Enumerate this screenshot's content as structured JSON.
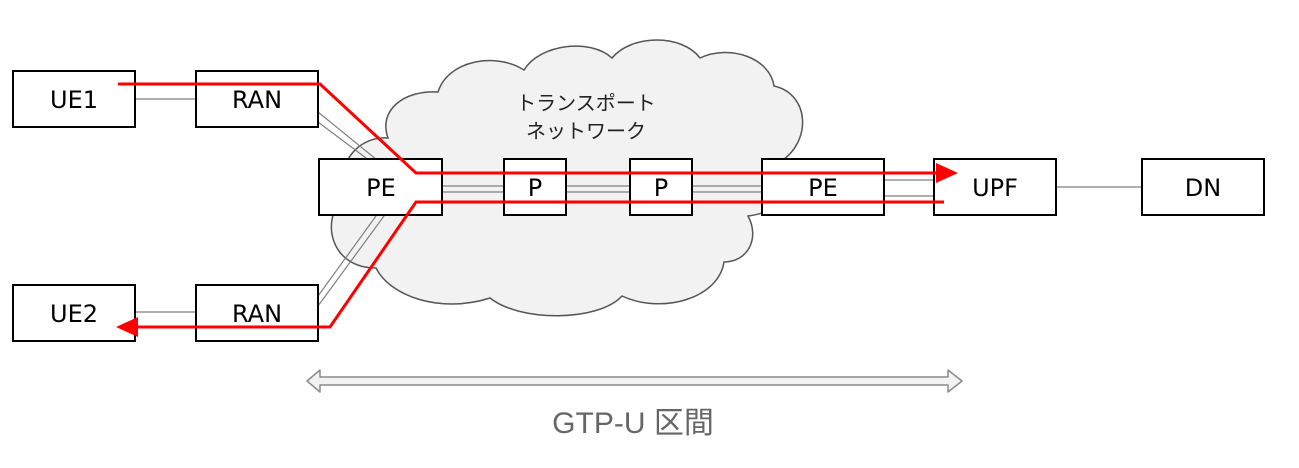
{
  "nodes": {
    "ue1": "UE1",
    "ue2": "UE2",
    "ran1": "RAN",
    "ran2": "RAN",
    "pe1": "PE",
    "p1": "P",
    "p2": "P",
    "pe2": "PE",
    "upf": "UPF",
    "dn": "DN"
  },
  "cloud": {
    "line1": "トランスポート",
    "line2": "ネットワーク"
  },
  "span": {
    "label": "GTP-U 区間"
  },
  "colors": {
    "flow": "#ff0000",
    "link": "#7f7f7f",
    "cloud_fill": "#f2f2f2",
    "cloud_stroke": "#555555",
    "span_arrow_fill": "#f2f2f2",
    "span_arrow_stroke": "#8a8a8a"
  }
}
